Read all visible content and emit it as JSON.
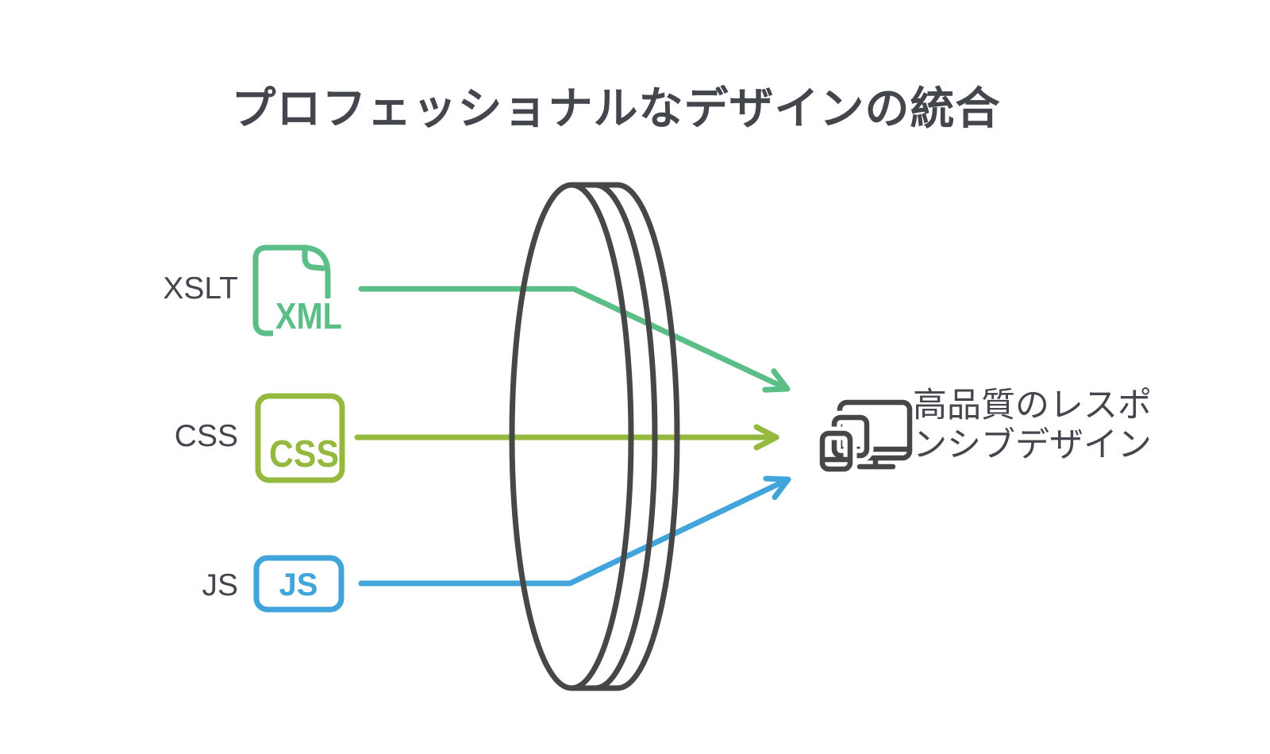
{
  "title": "プロフェッショナルなデザインの統合",
  "colors": {
    "green": "#5bbe87",
    "olive": "#95b83f",
    "blue": "#41a5dc",
    "dark_stroke": "#474747",
    "text": "#43474d"
  },
  "sources": [
    {
      "label": "XSLT",
      "icon": "xml-file-icon",
      "icon_text": "XML",
      "color": "#5bbe87"
    },
    {
      "label": "CSS",
      "icon": "css-box-icon",
      "icon_text": "CSS",
      "color": "#95b83f"
    },
    {
      "label": "JS",
      "icon": "js-box-icon",
      "icon_text": "JS",
      "color": "#41a5dc"
    }
  ],
  "lens": {
    "shape": "converging-lens",
    "style": "outline"
  },
  "output": {
    "icon": "responsive-devices-icon",
    "label_line1": "高品質のレスポ",
    "label_line2": "ンシブデザイン"
  }
}
